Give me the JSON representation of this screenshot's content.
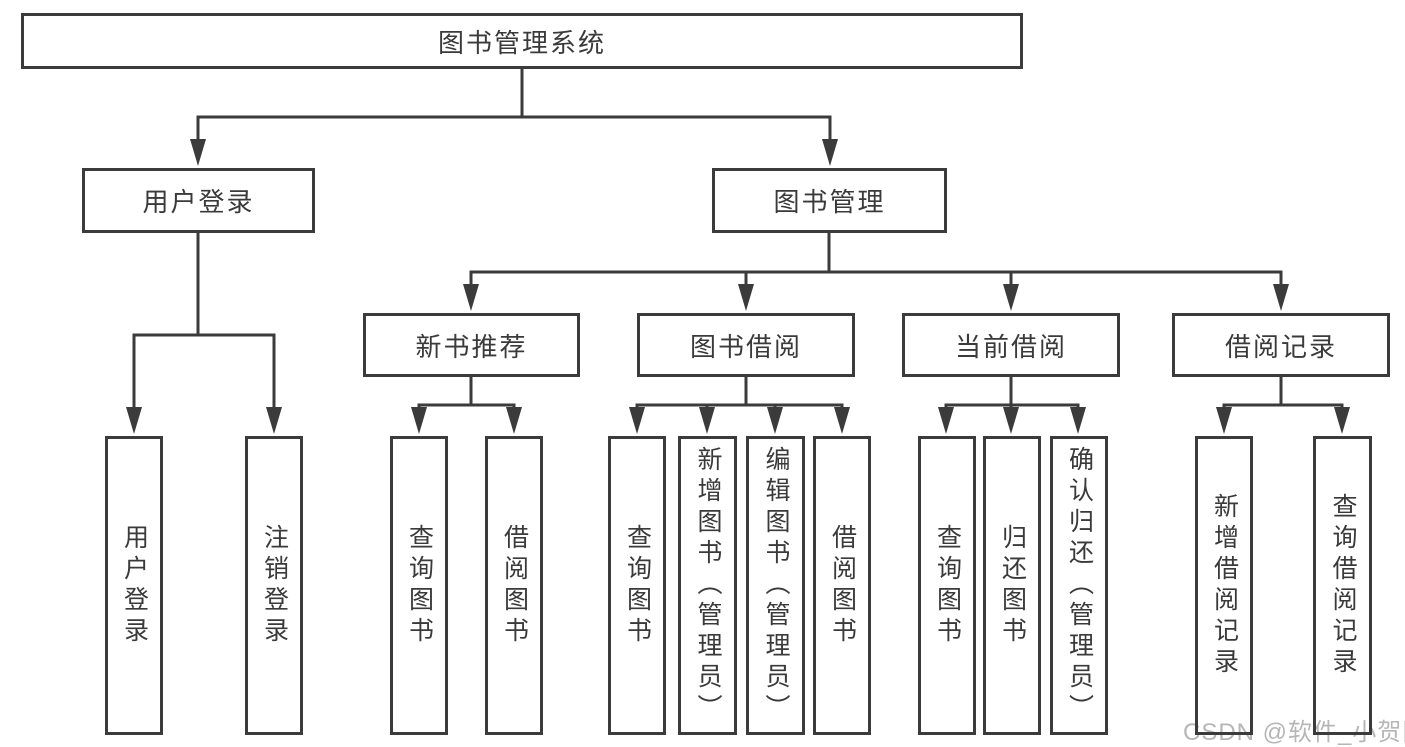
{
  "colors": {
    "line": "#3b3b3b",
    "text": "#3a3a3a",
    "background": "#ffffff",
    "watermark": "#b6b6b6"
  },
  "watermark": "CSDN @软件_小贺同学",
  "tree": {
    "label": "图书管理系统",
    "children": [
      {
        "label": "用户登录",
        "children": [
          {
            "label": "用户登录"
          },
          {
            "label": "注销登录"
          }
        ]
      },
      {
        "label": "图书管理",
        "children": [
          {
            "label": "新书推荐",
            "children": [
              {
                "label": "查询图书"
              },
              {
                "label": "借阅图书"
              }
            ]
          },
          {
            "label": "图书借阅",
            "children": [
              {
                "label": "查询图书"
              },
              {
                "label": "新增图书（管理员）"
              },
              {
                "label": "编辑图书（管理员）"
              },
              {
                "label": "借阅图书"
              }
            ]
          },
          {
            "label": "当前借阅",
            "children": [
              {
                "label": "查询图书"
              },
              {
                "label": "归还图书"
              },
              {
                "label": "确认归还（管理员）"
              }
            ]
          },
          {
            "label": "借阅记录",
            "children": [
              {
                "label": "新增借阅记录"
              },
              {
                "label": "查询借阅记录"
              }
            ]
          }
        ]
      }
    ]
  }
}
